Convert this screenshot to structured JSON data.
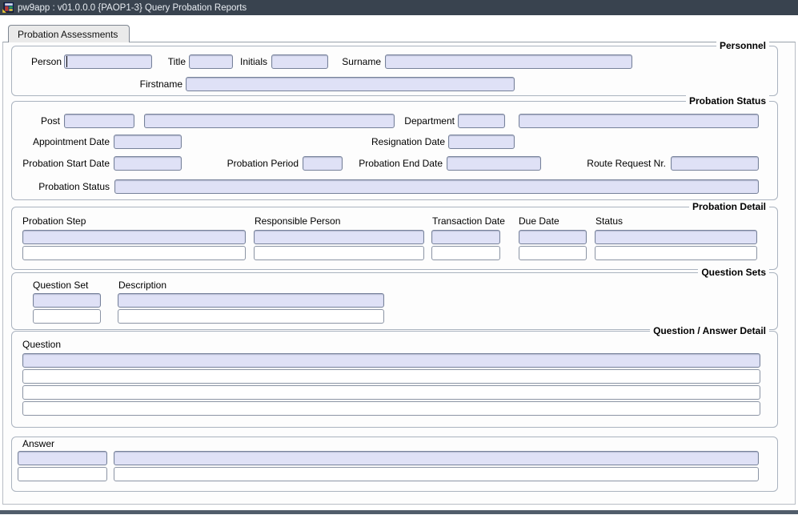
{
  "window": {
    "title": "pw9app : v01.0.0.0 {PAOP1-3} Query Probation Reports",
    "app_icon": "form-window-icon"
  },
  "colors": {
    "titlebar": "#39434f",
    "field_fill": "#dfe1f6",
    "field_border": "#76819a",
    "group_border": "#aab3bf",
    "bottom_strip": "#515d6b"
  },
  "tabs": [
    {
      "label": "Probation Assessments",
      "active": true
    }
  ],
  "groups": {
    "personnel": {
      "title": "Personnel",
      "labels": {
        "person": "Person",
        "title": "Title",
        "initials": "Initials",
        "surname": "Surname",
        "firstname": "Firstname"
      },
      "values": {
        "person": "",
        "title": "",
        "initials": "",
        "surname": "",
        "firstname": ""
      }
    },
    "probation_status": {
      "title": "Probation Status",
      "labels": {
        "post": "Post",
        "department": "Department",
        "appointment_date": "Appointment Date",
        "resignation_date": "Resignation Date",
        "probation_start_date": "Probation Start Date",
        "probation_period": "Probation Period",
        "probation_end_date": "Probation End Date",
        "route_request_nr": "Route Request Nr.",
        "probation_status": "Probation Status"
      },
      "values": {
        "post_code": "",
        "post_desc": "",
        "department_code": "",
        "department_desc": "",
        "appointment_date": "",
        "resignation_date": "",
        "probation_start_date": "",
        "probation_period": "",
        "probation_end_date": "",
        "route_request_nr": "",
        "probation_status": ""
      }
    },
    "probation_detail": {
      "title": "Probation Detail",
      "columns": [
        "Probation Step",
        "Responsible Person",
        "Transaction Date",
        "Due Date",
        "Status"
      ],
      "rows": [
        [
          "",
          "",
          "",
          "",
          ""
        ],
        [
          "",
          "",
          "",
          "",
          ""
        ]
      ]
    },
    "question_sets": {
      "title": "Question Sets",
      "columns": [
        "Question Set",
        "Description"
      ],
      "rows": [
        [
          "",
          ""
        ],
        [
          "",
          ""
        ]
      ]
    },
    "question_answer_detail": {
      "title": "Question / Answer Detail",
      "label_question": "Question",
      "questions": [
        "",
        "",
        "",
        ""
      ]
    },
    "answer": {
      "label_answer": "Answer",
      "rows": [
        [
          "",
          ""
        ],
        [
          "",
          ""
        ]
      ]
    }
  }
}
